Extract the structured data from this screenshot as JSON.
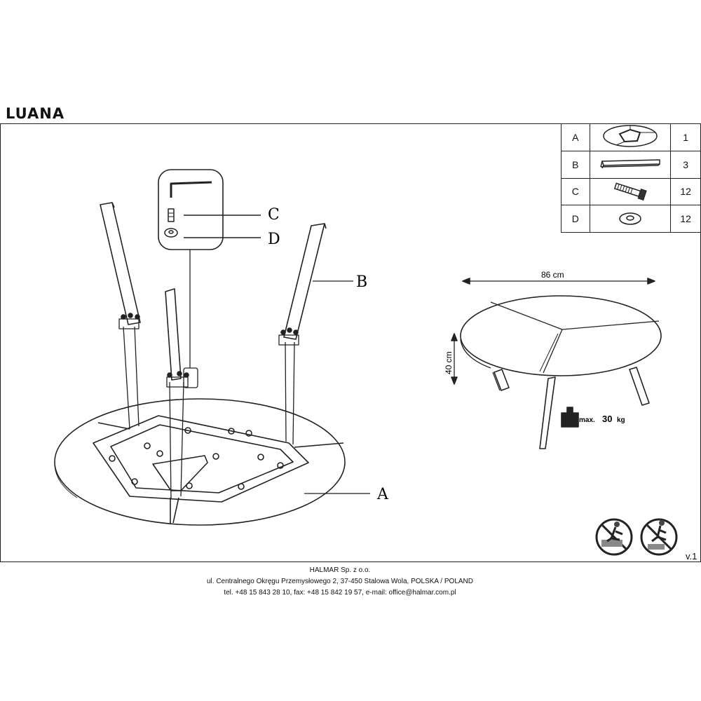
{
  "product_name": "LUANA",
  "parts": [
    {
      "letter": "A",
      "qty": "1",
      "icon": "tabletop-icon"
    },
    {
      "letter": "B",
      "qty": "3",
      "icon": "leg-icon"
    },
    {
      "letter": "C",
      "qty": "12",
      "icon": "bolt-icon"
    },
    {
      "letter": "D",
      "qty": "12",
      "icon": "washer-icon"
    }
  ],
  "callouts": {
    "a": "A",
    "b": "B",
    "c": "C",
    "d": "D"
  },
  "dimensions": {
    "width": "86 cm",
    "height": "40 cm"
  },
  "load": {
    "prefix": "max.",
    "value": "30",
    "unit": "kg"
  },
  "version": "v.1",
  "footer": {
    "company": "HALMAR Sp. z o.o.",
    "address": "ul. Centralnego Okręgu Przemysłowego 2, 37-450 Stalowa Wola, POLSKA / POLAND",
    "contact": "tel. +48 15 843 28 10, fax: +48 15 842 19 57, e-mail: office@halmar.com.pl"
  }
}
